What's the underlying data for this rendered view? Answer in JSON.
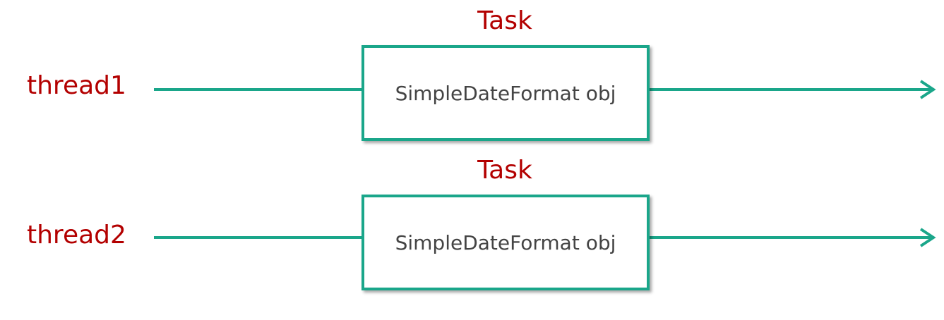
{
  "colors": {
    "accent_line": "#1aa68a",
    "label_red": "#b30000",
    "box_text": "#444444"
  },
  "rows": [
    {
      "thread_label": "thread1",
      "task_label": "Task",
      "box_text": "SimpleDateFormat obj"
    },
    {
      "thread_label": "thread2",
      "task_label": "Task",
      "box_text": "SimpleDateFormat obj"
    }
  ]
}
